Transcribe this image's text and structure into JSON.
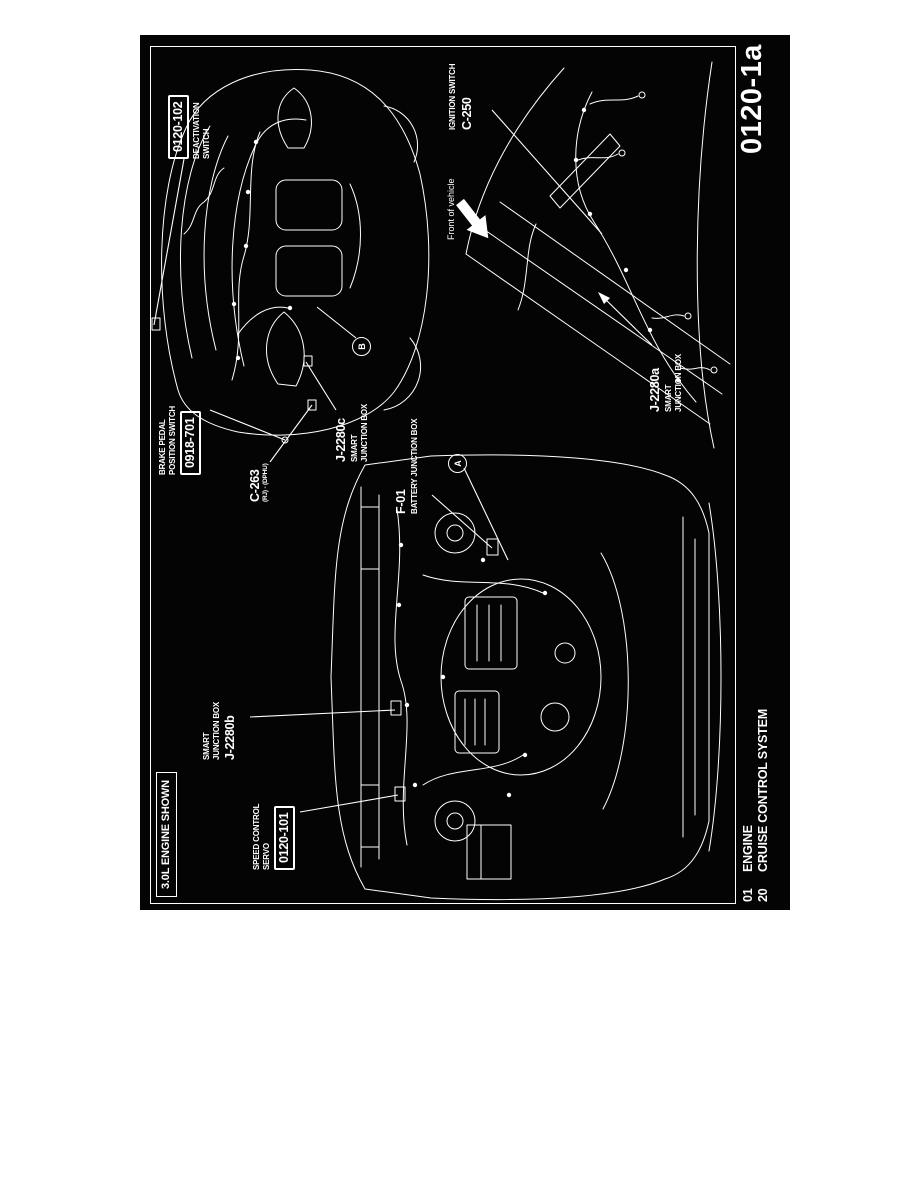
{
  "page": {
    "background": "#ffffff",
    "panel_color": "#040404",
    "line_color": "#ffffff"
  },
  "figure": {
    "number": "0120-1a"
  },
  "footer": {
    "rows": [
      {
        "num": "01",
        "label": "ENGINE"
      },
      {
        "num": "20",
        "label": "CRUISE CONTROL SYSTEM"
      }
    ]
  },
  "engine_view": {
    "caption": "3.0L ENGINE SHOWN",
    "speed_control_servo": {
      "line1": "SPEED CONTROL",
      "line2": "SERVO",
      "ref": "0120-101"
    },
    "smart_junction_box": {
      "line1": "SMART",
      "line2": "JUNCTION BOX",
      "code": "J-2280b"
    },
    "battery_junction_box": {
      "code": "F-01",
      "name": "BATTERY JUNCTION BOX"
    },
    "view_marker": "A"
  },
  "interior_view": {
    "deactivation_switch": {
      "ref": "0120-102",
      "line1": "DEACTIVATION",
      "line2": "SWITCH"
    },
    "brake_pedal_switch": {
      "line1": "BRAKE PEDAL",
      "line2": "POSITION SWITCH",
      "ref": "0918-701"
    },
    "connector_c263": {
      "code": "C-263",
      "detail": "(RJ) - (DPHU)"
    },
    "smart_junction_box": {
      "code": "J-2280c",
      "line1": "SMART",
      "line2": "JUNCTION BOX"
    },
    "view_marker": "B"
  },
  "side_view": {
    "ignition_switch": {
      "name": "IGNITION SWITCH",
      "code": "C-250"
    },
    "front_of_vehicle": "Front of vehicle",
    "smart_junction_box": {
      "code": "J-2280a",
      "line1": "SMART",
      "line2": "JUNCTION BOX"
    }
  }
}
